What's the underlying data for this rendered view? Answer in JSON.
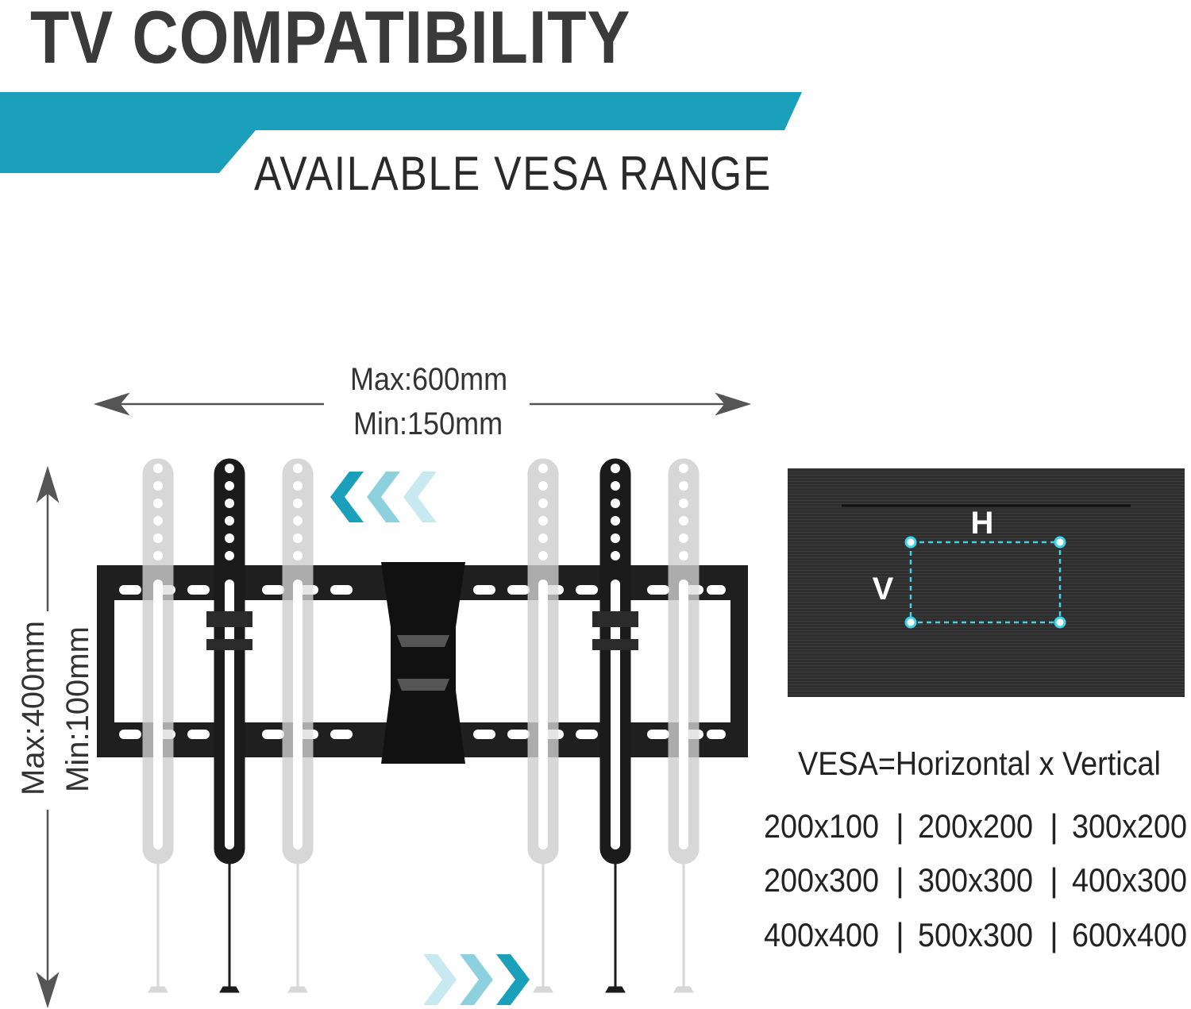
{
  "header": {
    "title": "TV COMPATIBILITY",
    "subtitle": "AVAILABLE VESA RANGE",
    "band_color": "#1aa0ba"
  },
  "dimensions": {
    "horizontal_max": "Max:600mm",
    "horizontal_min": "Min:150mm",
    "vertical_max": "Max:400mm",
    "vertical_min": "Min:100mm"
  },
  "tv_back": {
    "h_label": "H",
    "v_label": "V",
    "accent": "#3fd3e8"
  },
  "vesa": {
    "formula": "VESA=Horizontal x Vertical",
    "separator": "|",
    "sizes": [
      [
        "200x100",
        "200x200",
        "300x200"
      ],
      [
        "200x300",
        "300x300",
        "400x300"
      ],
      [
        "400x400",
        "500x300",
        "600x400"
      ]
    ]
  },
  "icons": [
    "arrow-left-icon",
    "arrow-right-icon",
    "arrow-up-icon",
    "arrow-down-icon",
    "chevrons-left-icon",
    "chevrons-right-icon"
  ]
}
